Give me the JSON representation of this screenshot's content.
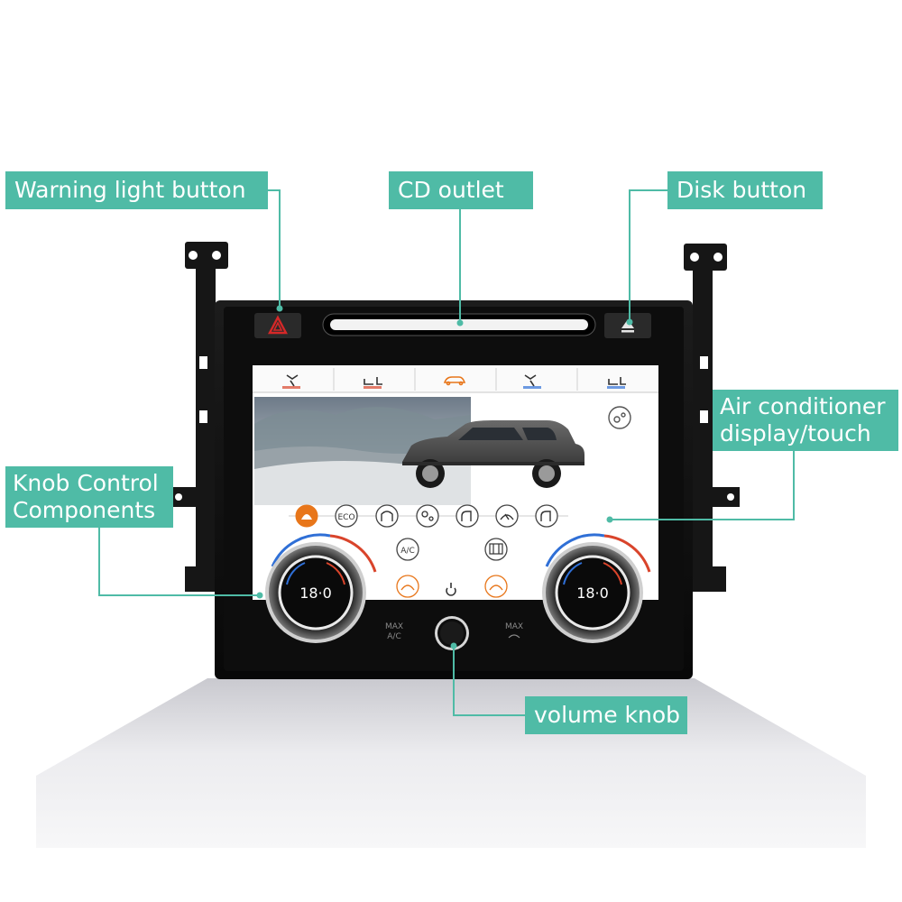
{
  "callouts": {
    "warning_light_button": "Warning light button",
    "cd_outlet": "CD outlet",
    "disk_button": "Disk button",
    "air_conditioner_line1": "Air conditioner",
    "air_conditioner_line2": "display/touch",
    "knob_control_line1": "Knob Control",
    "knob_control_line2": "Components",
    "volume_knob": "volume knob"
  },
  "screen": {
    "left_temperature": "18·0",
    "right_temperature": "18·0",
    "max_ac_line1": "MAX",
    "max_ac_line2": "A/C",
    "max_defrost_line1": "MAX",
    "eco_label": "ECO",
    "ac_label": "A/C",
    "top_tabs": [
      "front-vent-icon",
      "seat-heat-icon",
      "car-home-icon",
      "rear-vent-icon",
      "seat-cool-icon"
    ],
    "mode_icons": [
      "auto-fan-icon",
      "eco-icon",
      "recirculation-icon",
      "fan-speed-icon",
      "seat-icon",
      "windshield-icon",
      "seat-vent-icon"
    ]
  },
  "colors": {
    "callout_bg": "#4fbba6",
    "accent_orange": "#e8761a",
    "dial_red": "#d9442b",
    "dial_blue": "#2f6fd6",
    "hazard_red": "#d62828"
  }
}
